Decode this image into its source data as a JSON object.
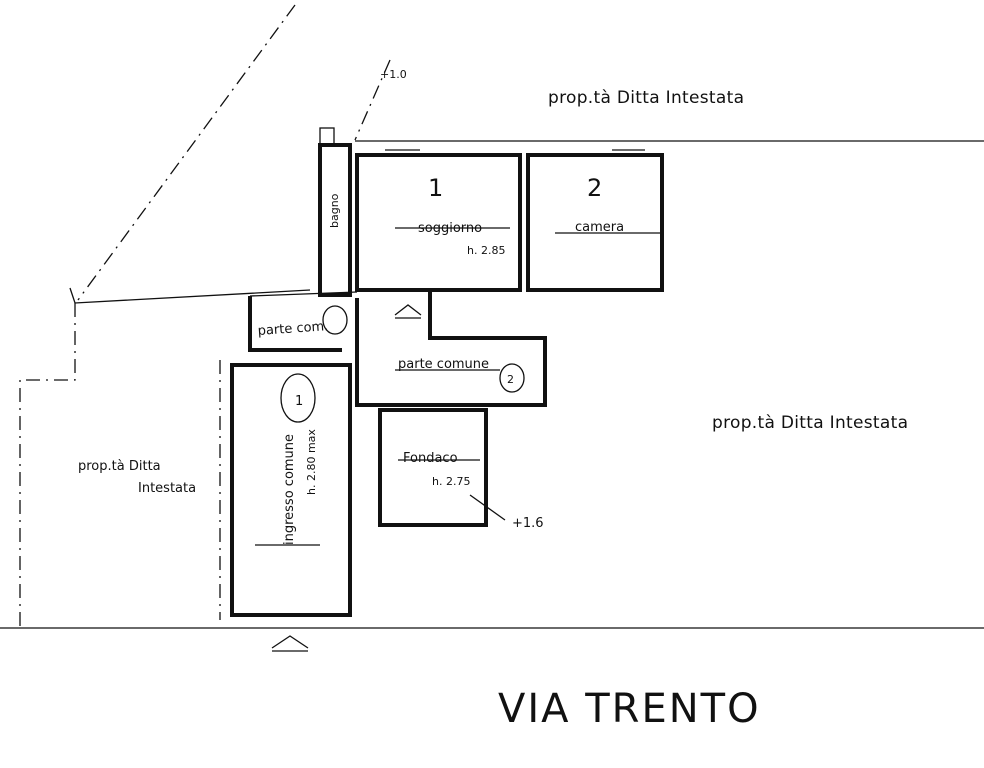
{
  "labels": {
    "prop_top": "prop.tà Ditta Intestata",
    "prop_right": "prop.tà Ditta Intestata",
    "prop_left_line1": "prop.tà Ditta",
    "prop_left_line2": "Intestata",
    "room1_number": "1",
    "room2_number": "2",
    "soggiorno": "soggiorno",
    "soggiorno_height": "h. 2.85",
    "camera": "camera",
    "bagno": "bagno",
    "parte_com": "parte com.",
    "parte_comune": "parte comune",
    "ingresso_comune": "ingresso comune",
    "ingresso_height": "h. 2.80 max",
    "ingresso_marker": "1",
    "parte_comune_marker": "2",
    "fondaco": "Fondaco",
    "fondaco_height": "h. 2.75",
    "level_top": "+1.0",
    "level_bottom": "+1.6",
    "street": "VIA TRENTO"
  }
}
